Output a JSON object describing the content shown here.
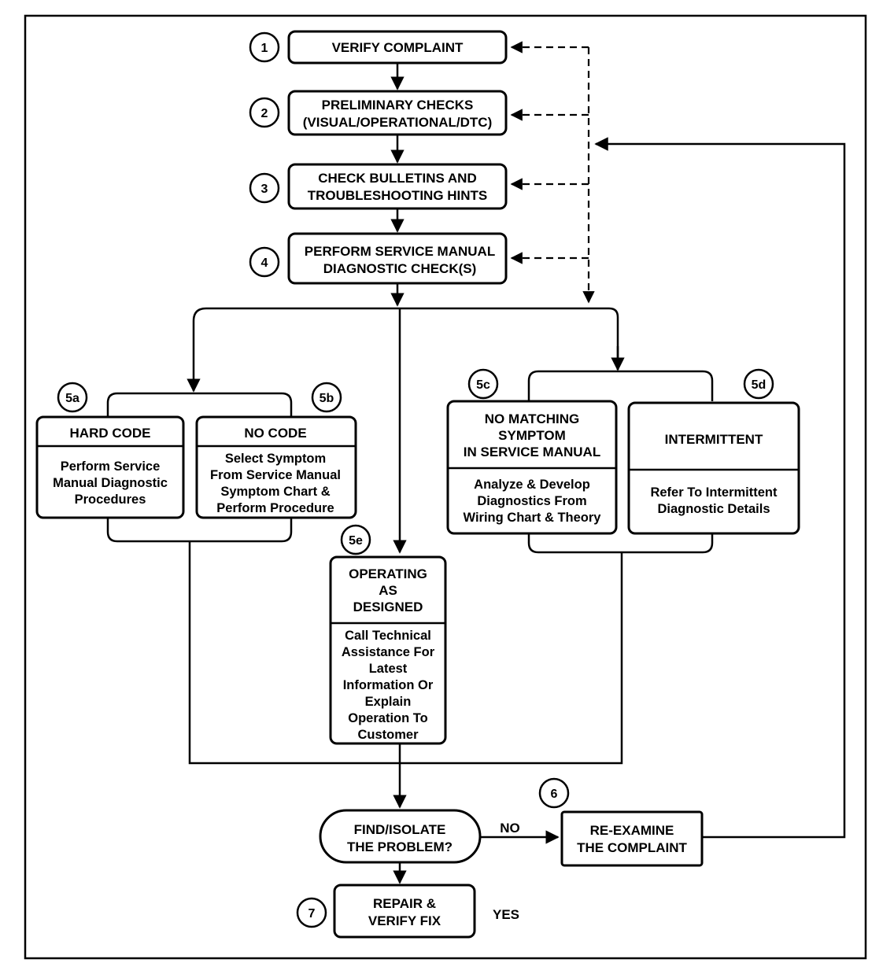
{
  "steps": {
    "s1": {
      "num": "1",
      "lines": [
        "VERIFY COMPLAINT"
      ]
    },
    "s2": {
      "num": "2",
      "lines": [
        "PRELIMINARY CHECKS",
        "(VISUAL/OPERATIONAL/DTC)"
      ]
    },
    "s3": {
      "num": "3",
      "lines": [
        "CHECK BULLETINS AND",
        "TROUBLESHOOTING HINTS"
      ]
    },
    "s4": {
      "num": "4",
      "lines": [
        "PERFORM SERVICE MANUAL",
        "DIAGNOSTIC CHECK(S)"
      ]
    },
    "s5a": {
      "num": "5a",
      "title": "HARD CODE",
      "lines": [
        "Perform Service",
        "Manual Diagnostic",
        "Procedures"
      ]
    },
    "s5b": {
      "num": "5b",
      "title": "NO CODE",
      "lines": [
        "Select Symptom",
        "From Service Manual",
        "Symptom Chart &",
        "Perform Procedure"
      ]
    },
    "s5c": {
      "num": "5c",
      "title_lines": [
        "NO MATCHING",
        "SYMPTOM",
        "IN SERVICE MANUAL"
      ],
      "lines": [
        "Analyze & Develop",
        "Diagnostics From",
        "Wiring Chart & Theory"
      ]
    },
    "s5d": {
      "num": "5d",
      "title": "INTERMITTENT",
      "lines": [
        "Refer To Intermittent",
        "Diagnostic Details"
      ]
    },
    "s5e": {
      "num": "5e",
      "title_lines": [
        "OPERATING",
        "AS",
        "DESIGNED"
      ],
      "lines": [
        "Call Technical",
        "Assistance For",
        "Latest",
        "Information Or",
        "Explain",
        "Operation To",
        "Customer"
      ]
    },
    "decision": {
      "lines": [
        "FIND/ISOLATE",
        "THE PROBLEM?"
      ]
    },
    "s6": {
      "num": "6",
      "lines": [
        "RE-EXAMINE",
        "THE COMPLAINT"
      ]
    },
    "s7": {
      "num": "7",
      "lines": [
        "REPAIR &",
        "VERIFY FIX"
      ]
    }
  },
  "edges": {
    "no_label": "NO",
    "yes_label": "YES"
  }
}
